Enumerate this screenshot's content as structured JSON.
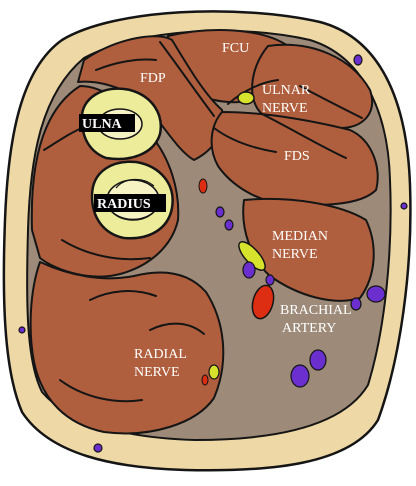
{
  "labels": {
    "fcu": "FCU",
    "fdp": "FDP",
    "ulnar_nerve_1": "ULNAR",
    "ulnar_nerve_2": "NERVE",
    "fds": "FDS",
    "ulna": "ULNA",
    "radius": "RADIUS",
    "median_nerve_1": "MEDIAN",
    "median_nerve_2": "NERVE",
    "brachial_artery_1": "BRACHIAL",
    "brachial_artery_2": "ARTERY",
    "radial_nerve_1": "RADIAL",
    "radial_nerve_2": "NERVE"
  },
  "colors": {
    "background": "#ffffff",
    "skin": "#eed8a6",
    "fascia": "#9d8a78",
    "muscle": "#b05f3e",
    "outline": "#151515",
    "bone": "#ecec9a",
    "nerve": "#d7e22d",
    "artery": "#dd2d12",
    "vein": "#6b2fd0",
    "label_text": "#ffffff",
    "bone_label_bg": "#000000"
  }
}
